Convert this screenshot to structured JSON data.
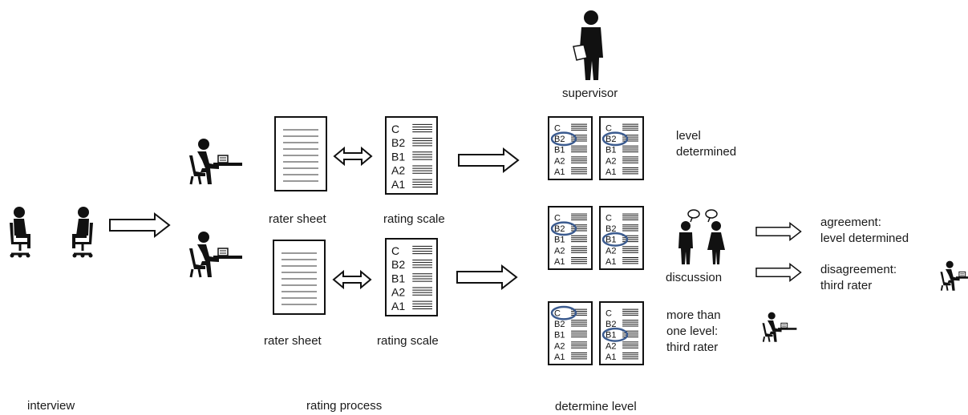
{
  "stages": {
    "interview": "interview",
    "rating": "rating process",
    "determine": "determine level"
  },
  "people": {
    "supervisor": "supervisor",
    "discussion": "discussion"
  },
  "documents": {
    "rater_sheet": "rater sheet",
    "rating_scale": "rating scale",
    "scale_levels": [
      "C",
      "B2",
      "B1",
      "A2",
      "A1"
    ]
  },
  "outcomes": {
    "level_determined": [
      "level",
      "determined"
    ],
    "agreement": [
      "agreement:",
      "level determined"
    ],
    "disagreement": [
      "disagreement:",
      "third rater"
    ],
    "more_than_one": [
      "more than",
      "one level:",
      "third rater"
    ]
  },
  "evaluations": [
    {
      "row": "top",
      "left_circle": "B2",
      "right_circle": "B2"
    },
    {
      "row": "middle",
      "left_circle": "B2",
      "right_circle": "B1"
    },
    {
      "row": "bottom",
      "left_circle": "C",
      "right_circle": "B1"
    }
  ],
  "colors": {
    "ink": "#111111",
    "circle": "#3b5b8f"
  }
}
